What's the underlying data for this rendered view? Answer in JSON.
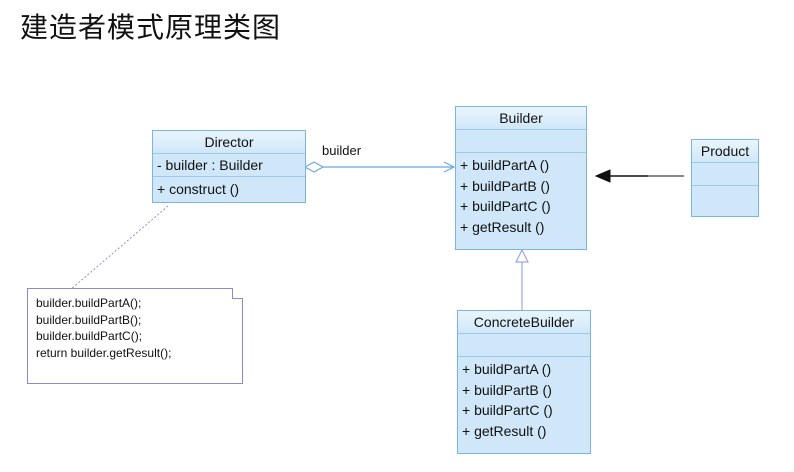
{
  "title": "建造者模式原理类图",
  "classes": {
    "director": {
      "name": "Director",
      "attributes": [
        "- builder  : Builder"
      ],
      "operations": [
        "+  construct ()"
      ]
    },
    "builder": {
      "name": "Builder",
      "operations": [
        "+  buildPartA ()",
        "+  buildPartB ()",
        "+  buildPartC ()",
        "+  getResult ()"
      ]
    },
    "product": {
      "name": "Product"
    },
    "concrete_builder": {
      "name": "ConcreteBuilder",
      "operations": [
        "+  buildPartA ()",
        "+  buildPartB ()",
        "+  buildPartC ()",
        "+  getResult ()"
      ]
    }
  },
  "association_label": "builder",
  "note": {
    "lines": [
      "builder.buildPartA();",
      "builder.buildPartB();",
      "builder.buildPartC();",
      "return builder.getResult();"
    ]
  },
  "colors": {
    "class_fill": "#cfe7f8",
    "class_border": "#7ab6e0",
    "edge": "#6aa8dc",
    "note_border": "#8a8ad0"
  }
}
